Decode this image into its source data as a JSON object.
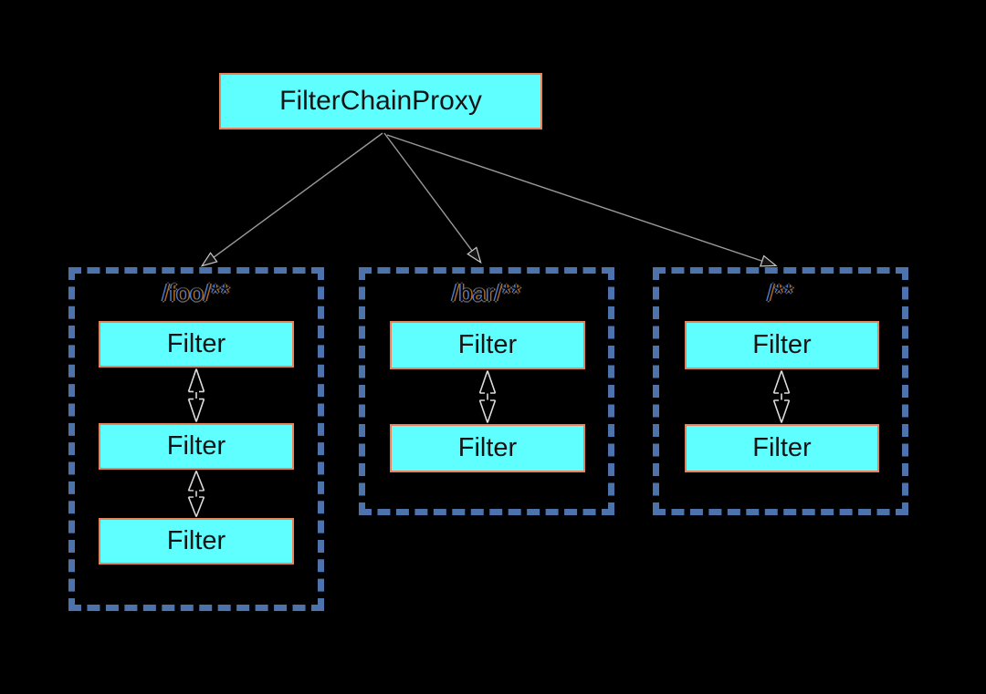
{
  "colors": {
    "background": "#000000",
    "node_fill": "#5FFFFF",
    "node_border": "#EC8358",
    "chain_dashed_border": "#4C73AC",
    "arrow_line": "#9A9A9A",
    "arrowhead_fill": "#141414",
    "arrowhead_outline": "#C9C9C9"
  },
  "proxy": {
    "label": "FilterChainProxy"
  },
  "chains": [
    {
      "pattern": "/foo/**",
      "filters": [
        "Filter",
        "Filter",
        "Filter"
      ]
    },
    {
      "pattern": "/bar/**",
      "filters": [
        "Filter",
        "Filter"
      ]
    },
    {
      "pattern": "/**",
      "filters": [
        "Filter",
        "Filter"
      ]
    }
  ]
}
